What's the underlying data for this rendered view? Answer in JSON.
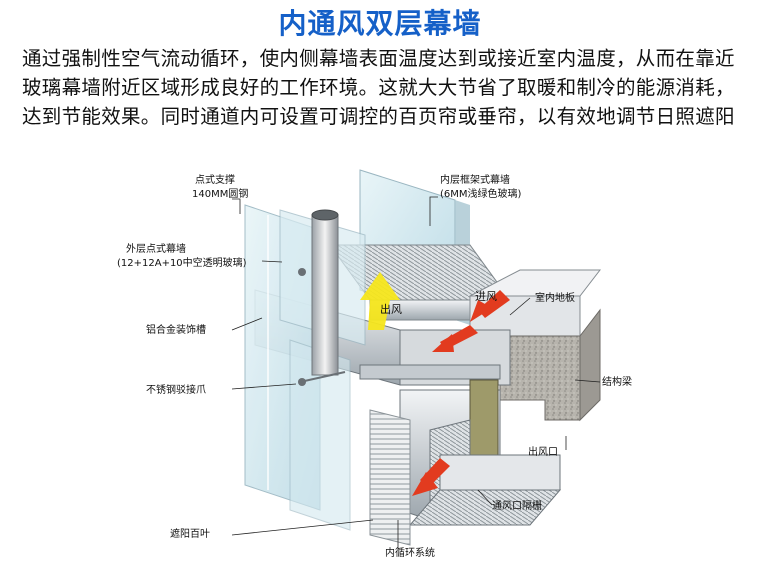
{
  "title": "内通风双层幕墙",
  "paragraph": "通过强制性空气流动循环，使内侧幕墙表面温度达到或接近室内温度，从而在靠近玻璃幕墙附近区域形成良好的工作环境。这就大大节省了取暖和制冷的能源消耗，达到节能效果。同时通道内可设置可调控的百页帘或垂帘，以有效地调节日照遮阳",
  "labels": {
    "point_support_1": "点式支撑",
    "point_support_2": "140MM圆钢",
    "outer_wall_1": "外层点式幕墙",
    "outer_wall_2": "(12+12A+10中空透明玻璃)",
    "aluminum_trough": "铝合金装饰槽",
    "stainless_claw": "不锈钢驳接爪",
    "sunshade_louver": "遮阳百叶",
    "inner_frame_1": "内层框架式幕墙",
    "inner_frame_2": "(6MM浅绿色玻璃)",
    "indoor_floor": "室内地板",
    "structural_beam": "结构梁",
    "air_outlet": "出风口",
    "vent_grille": "通风口隔栅",
    "inner_circulation": "内循环系统",
    "out_air": "出风",
    "in_air": "进风"
  },
  "colors": {
    "title": "#1560c8",
    "arrow_yellow": "#f5e61c",
    "arrow_red": "#e23b1f",
    "glass": "#cfe6ee",
    "concrete": "#b5b3ad"
  }
}
